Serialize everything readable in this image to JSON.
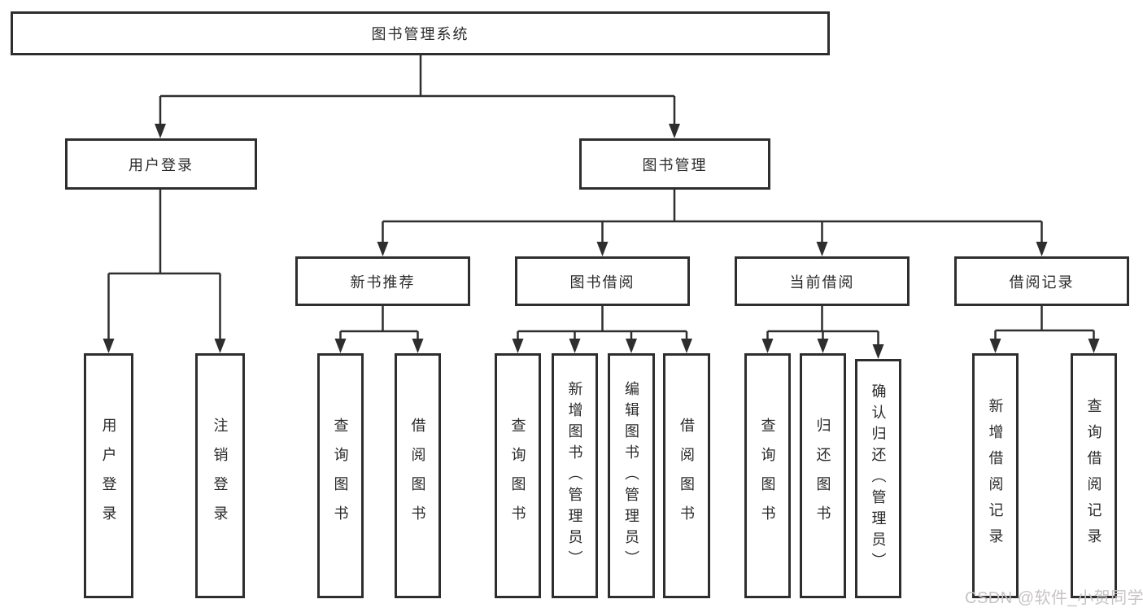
{
  "diagram": {
    "root_label": "图书管理系统",
    "login_branch": {
      "label": "用户登录",
      "children": [
        "用户登录",
        "注销登录"
      ]
    },
    "management_branch": {
      "label": "图书管理",
      "modules": [
        {
          "label": "新书推荐",
          "children": [
            "查询图书",
            "借阅图书"
          ]
        },
        {
          "label": "图书借阅",
          "children": [
            "查询图书",
            "新增图书（管理员）",
            "编辑图书（管理员）",
            "借阅图书"
          ]
        },
        {
          "label": "当前借阅",
          "children": [
            "查询图书",
            "归还图书",
            "确认归还（管理员）"
          ]
        },
        {
          "label": "借阅记录",
          "children": [
            "新增借阅记录",
            "查询借阅记录"
          ]
        }
      ]
    },
    "watermark": "CSDN @软件_小贺同学",
    "colors": {
      "line": "#2e2e2e",
      "text": "#2a2a2a",
      "box_fill": "#ffffff",
      "background": "#ffffff",
      "watermark": "#c7c3c3"
    }
  }
}
